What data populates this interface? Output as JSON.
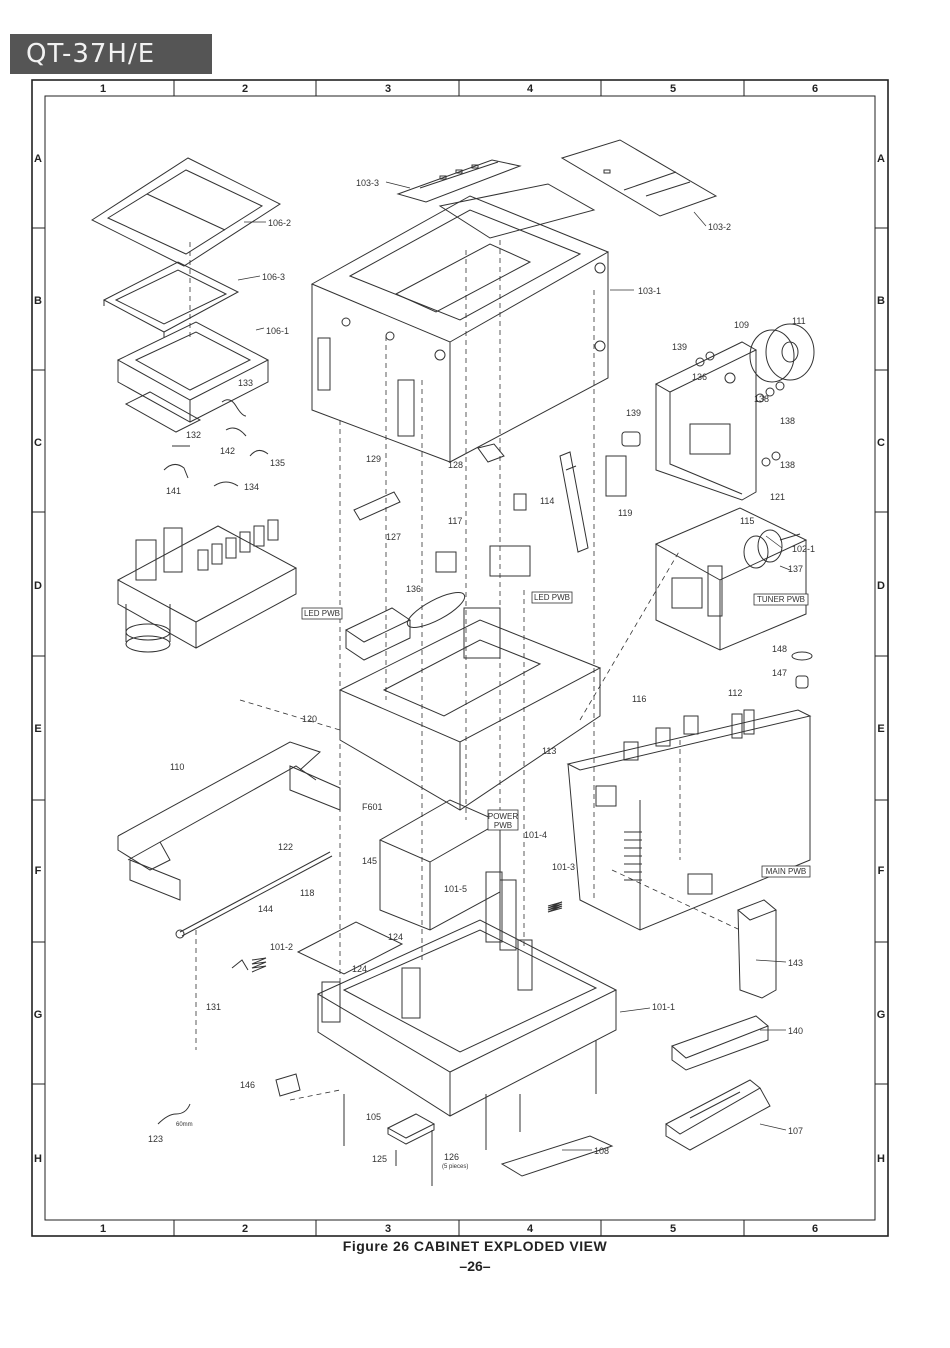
{
  "header": {
    "model": "QT-37H/E"
  },
  "grid": {
    "columns": [
      "1",
      "2",
      "3",
      "4",
      "5",
      "6"
    ],
    "rows": [
      "A",
      "B",
      "C",
      "D",
      "E",
      "F",
      "G",
      "H"
    ]
  },
  "parts": [
    "103-3",
    "103-2",
    "103-1",
    "106-2",
    "106-3",
    "106-1",
    "109",
    "111",
    "139",
    "136",
    "138",
    "138",
    "138",
    "133",
    "132",
    "142",
    "135",
    "141",
    "134",
    "129",
    "128",
    "139",
    "121",
    "114",
    "119",
    "117",
    "127",
    "115",
    "102-1",
    "137",
    "136",
    "148",
    "147",
    "120",
    "116",
    "112",
    "113",
    "110",
    "F601",
    "122",
    "101-4",
    "101-3",
    "145",
    "118",
    "101-5",
    "144",
    "124",
    "101-2",
    "124",
    "131",
    "101-1",
    "143",
    "140",
    "146",
    "105",
    "107",
    "125",
    "126",
    "108",
    "123"
  ],
  "sub_notes": {
    "qty_126": "(5 pieces)",
    "length_123": "60mm"
  },
  "board_labels": {
    "led1": "LED PWB",
    "led2": "LED PWB",
    "tuner": "TUNER PWB",
    "power_1": "POWER",
    "power_2": "PWB",
    "main": "MAIN PWB"
  },
  "caption": "Figure 26 CABINET EXPLODED VIEW",
  "page_number": "–26–"
}
